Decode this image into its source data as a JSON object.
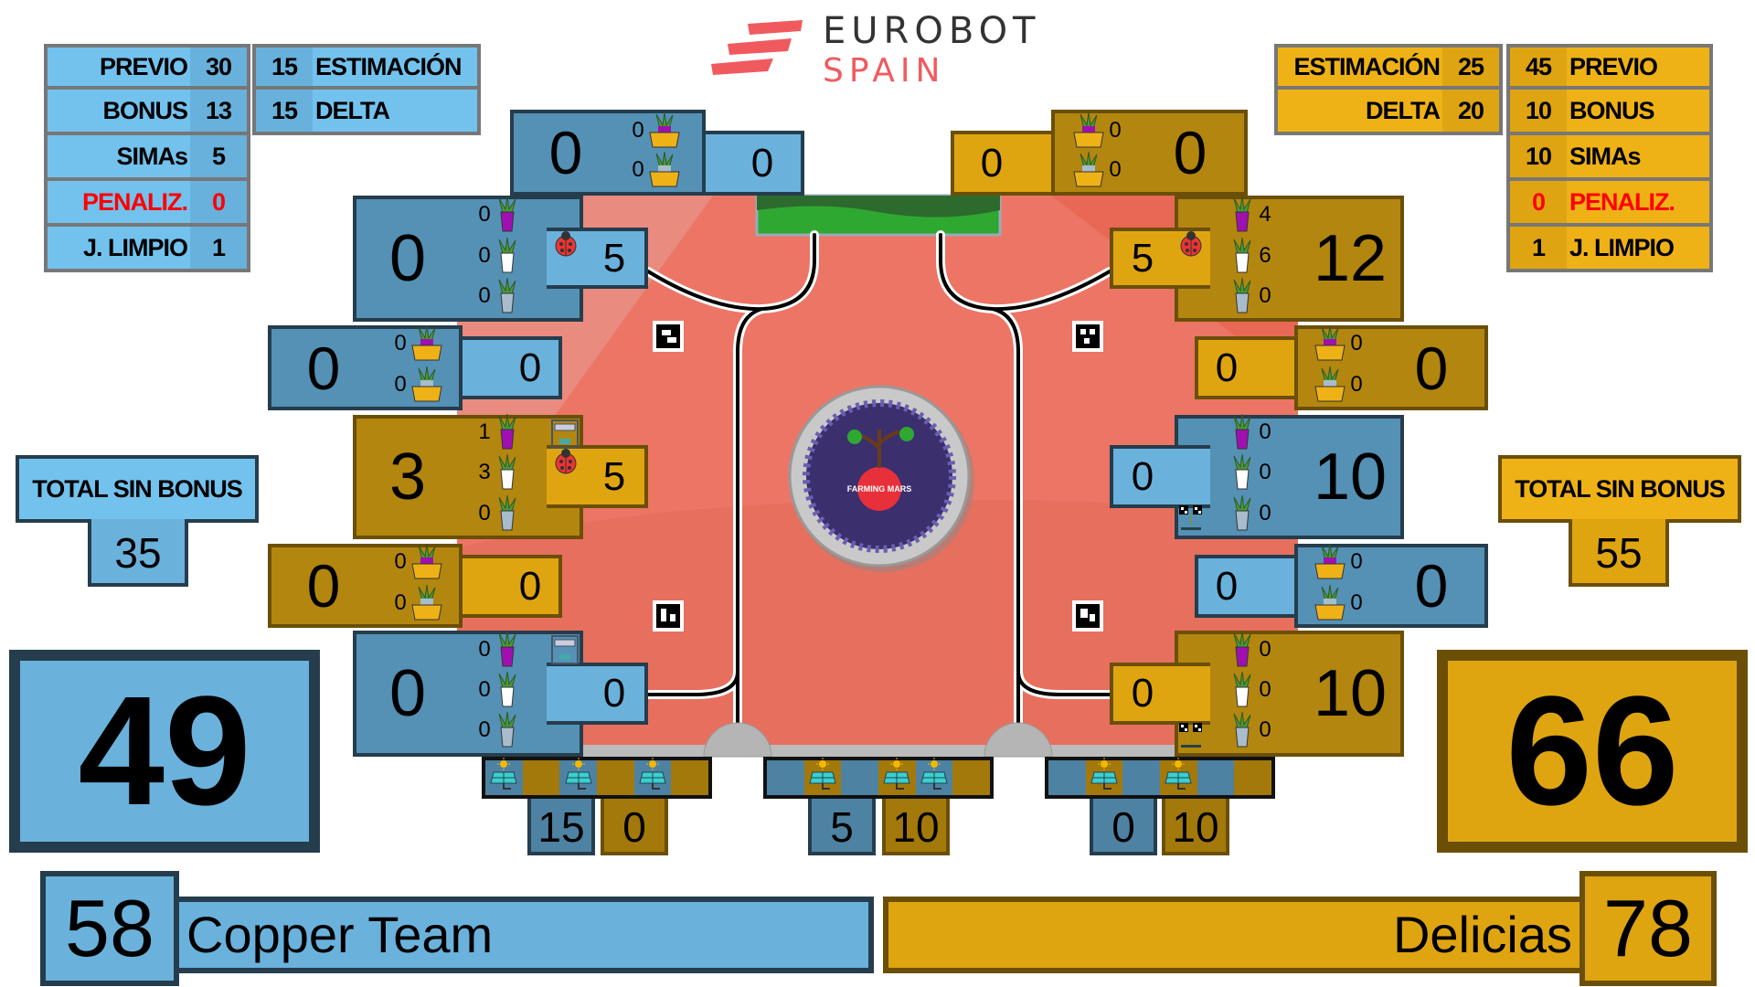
{
  "logo": {
    "line1": "EUROBOT",
    "line2": "SPAIN"
  },
  "colors": {
    "blue_dark": "#5591b5",
    "blue_light": "#6ab2dc",
    "gold_dark": "#b3860f",
    "gold_light": "#dfa511",
    "field": "#ec7565",
    "penalty": "#ff0000"
  },
  "blue": {
    "name": "Copper Team",
    "final_score": "58",
    "score": "49",
    "total_label": "TOTAL SIN BONUS",
    "total": "35",
    "stats": [
      {
        "label": "PREVIO",
        "value": "30"
      },
      {
        "label": "BONUS",
        "value": "13"
      },
      {
        "label": "SIMAs",
        "value": "5"
      },
      {
        "label": "PENALIZ.",
        "value": "0",
        "highlight": true
      },
      {
        "label": "J. LIMPIO",
        "value": "1"
      }
    ],
    "stats2": [
      {
        "label": "ESTIMACIÓN",
        "value": "15"
      },
      {
        "label": "DELTA",
        "value": "15"
      }
    ]
  },
  "yellow": {
    "name": "Delicias",
    "final_score": "78",
    "score": "66",
    "total_label": "TOTAL SIN BONUS",
    "total": "55",
    "stats": [
      {
        "label": "PREVIO",
        "value": "45"
      },
      {
        "label": "BONUS",
        "value": "10"
      },
      {
        "label": "SIMAs",
        "value": "10"
      },
      {
        "label": "PENALIZ.",
        "value": "0",
        "highlight": true
      },
      {
        "label": "J. LIMPIO",
        "value": "1"
      }
    ],
    "stats2": [
      {
        "label": "ESTIMACIÓN",
        "value": "25"
      },
      {
        "label": "DELTA",
        "value": "20"
      }
    ]
  },
  "zones": {
    "top_left": {
      "team": "blue",
      "type": "planters",
      "main": "0",
      "items": [
        {
          "kind": "planter-mixed",
          "count": "0"
        },
        {
          "kind": "planter-grey",
          "count": "0"
        }
      ],
      "side": "0"
    },
    "top_right": {
      "team": "yellow",
      "type": "planters",
      "main": "0",
      "items": [
        {
          "kind": "planter-mixed",
          "count": "0"
        },
        {
          "kind": "planter-grey",
          "count": "0"
        }
      ],
      "side": "0"
    },
    "left_1": {
      "team": "blue",
      "type": "pots",
      "main": "0",
      "items": [
        {
          "kind": "pot-purple",
          "count": "0"
        },
        {
          "kind": "pot-white",
          "count": "0"
        },
        {
          "kind": "pot-grey",
          "count": "0"
        }
      ],
      "side": "5",
      "side_icon": "ladybug"
    },
    "left_2": {
      "team": "blue",
      "type": "planters",
      "main": "0",
      "items": [
        {
          "kind": "planter-mixed",
          "count": "0"
        },
        {
          "kind": "planter-grey",
          "count": "0"
        }
      ],
      "side": "0"
    },
    "left_3": {
      "team": "yellow",
      "type": "pots",
      "main": "3",
      "items": [
        {
          "kind": "pot-purple",
          "count": "1"
        },
        {
          "kind": "pot-white",
          "count": "3"
        },
        {
          "kind": "pot-grey",
          "count": "0"
        }
      ],
      "side": "5",
      "side_icon": "ladybug",
      "corner_icon": "start"
    },
    "left_4": {
      "team": "yellow",
      "type": "planters",
      "main": "0",
      "items": [
        {
          "kind": "planter-mixed",
          "count": "0"
        },
        {
          "kind": "planter-grey",
          "count": "0"
        }
      ],
      "side": "0"
    },
    "left_5": {
      "team": "blue",
      "type": "pots",
      "main": "0",
      "items": [
        {
          "kind": "pot-purple",
          "count": "0"
        },
        {
          "kind": "pot-white",
          "count": "0"
        },
        {
          "kind": "pot-grey",
          "count": "0"
        }
      ],
      "side": "0",
      "corner_icon": "start"
    },
    "right_1": {
      "team": "yellow",
      "type": "pots",
      "main": "12",
      "items": [
        {
          "kind": "pot-purple",
          "count": "4"
        },
        {
          "kind": "pot-white",
          "count": "6"
        },
        {
          "kind": "pot-grey",
          "count": "0"
        }
      ],
      "side": "5",
      "side_icon": "ladybug"
    },
    "right_2": {
      "team": "yellow",
      "type": "planters",
      "main": "0",
      "items": [
        {
          "kind": "planter-mixed",
          "count": "0"
        },
        {
          "kind": "planter-grey",
          "count": "0"
        }
      ],
      "side": "0"
    },
    "right_3": {
      "team": "blue",
      "type": "pots",
      "main": "10",
      "items": [
        {
          "kind": "pot-purple",
          "count": "0"
        },
        {
          "kind": "pot-white",
          "count": "0"
        },
        {
          "kind": "pot-grey",
          "count": "0"
        }
      ],
      "side": "0",
      "corner_icon": "finish"
    },
    "right_4": {
      "team": "blue",
      "type": "planters",
      "main": "0",
      "items": [
        {
          "kind": "planter-mixed",
          "count": "0"
        },
        {
          "kind": "planter-grey",
          "count": "0"
        }
      ],
      "side": "0"
    },
    "right_5": {
      "team": "yellow",
      "type": "pots",
      "main": "10",
      "items": [
        {
          "kind": "pot-purple",
          "count": "0"
        },
        {
          "kind": "pot-white",
          "count": "0"
        },
        {
          "kind": "pot-grey",
          "count": "0"
        }
      ],
      "side": "0",
      "corner_icon": "finish"
    }
  },
  "solar": [
    {
      "values": [
        "15",
        "0"
      ],
      "cells": [
        "blue-panel",
        "gold",
        "blue-panel",
        "gold",
        "blue-panel",
        "gold"
      ]
    },
    {
      "values": [
        "5",
        "10"
      ],
      "cells": [
        "blue",
        "gold-panel",
        "blue",
        "gold-panel",
        "blue-panel",
        "gold"
      ]
    },
    {
      "values": [
        "0",
        "10"
      ],
      "cells": [
        "blue",
        "gold-panel",
        "blue",
        "gold-panel",
        "blue",
        "gold"
      ]
    }
  ],
  "field": {
    "disk_text": "FARMING MARS"
  }
}
